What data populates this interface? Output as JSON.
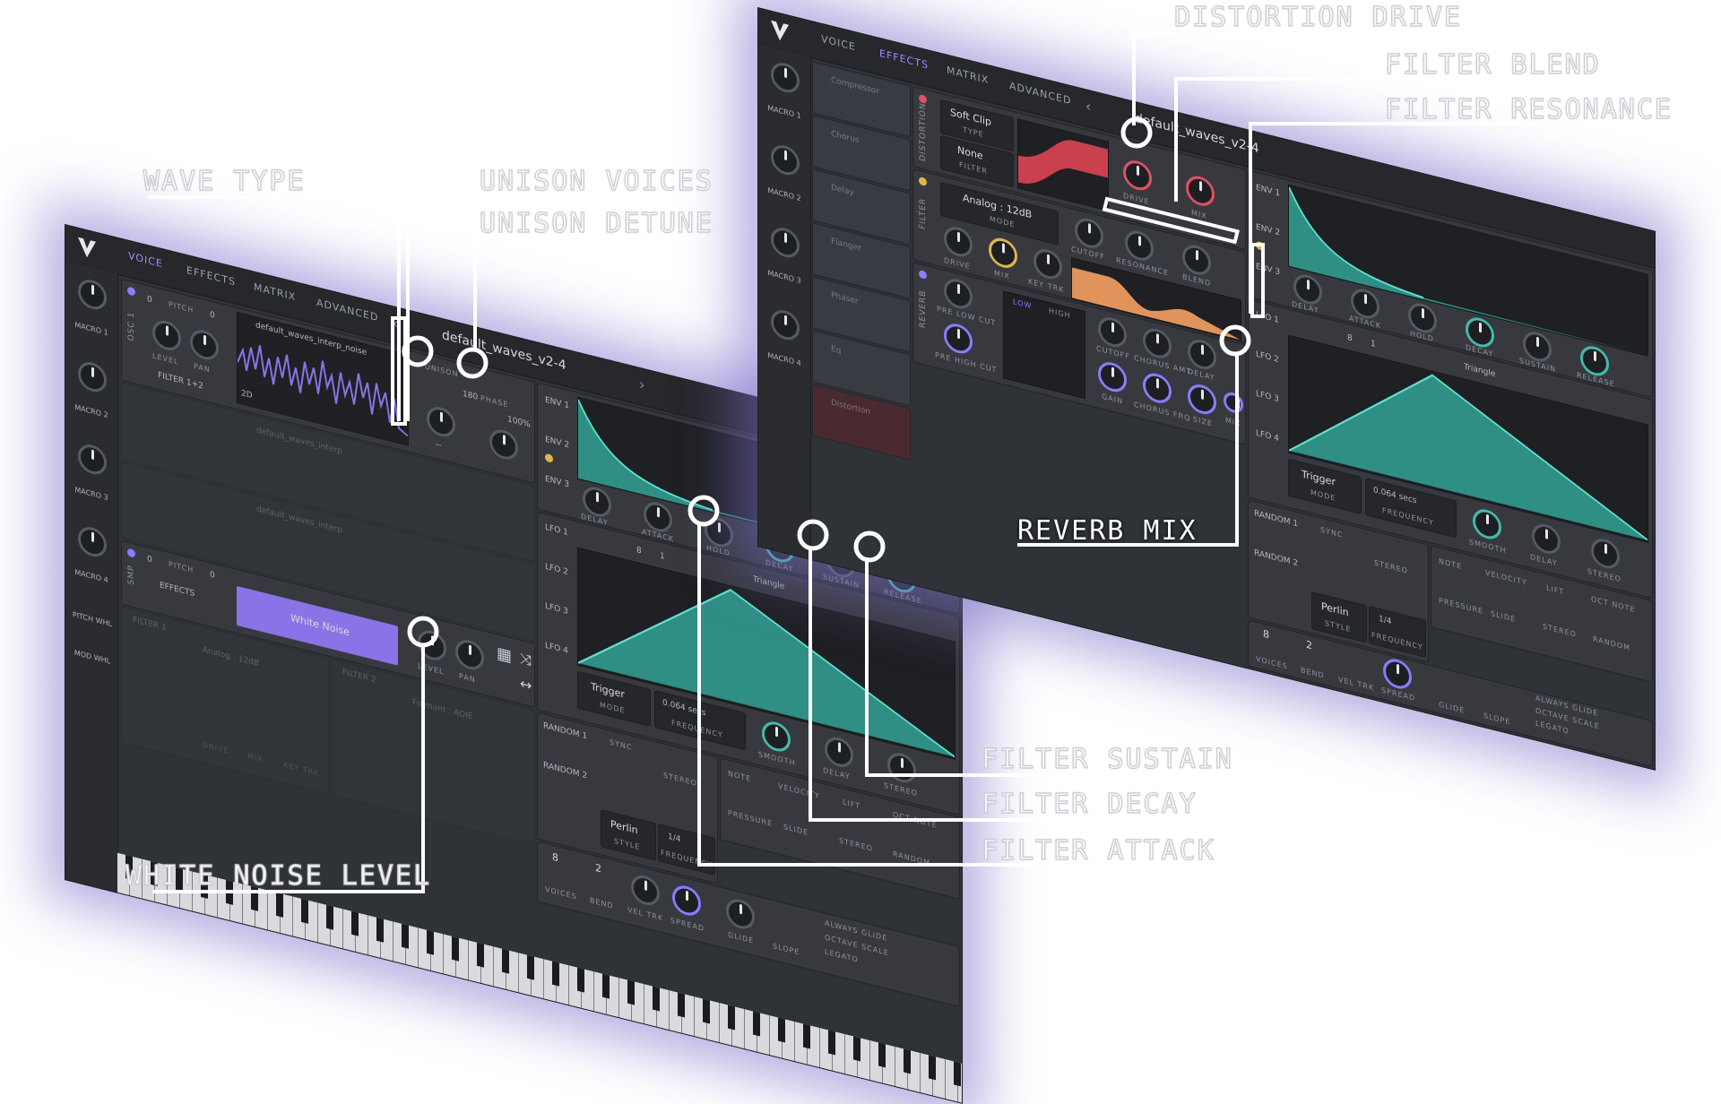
{
  "app": {
    "tabs": [
      "VOICE",
      "EFFECTS",
      "MATRIX",
      "ADVANCED"
    ],
    "preset_name": "default_waves_v2-4",
    "preset_name_truncated": "default_waves_v2-4"
  },
  "macros": [
    "MACRO 1",
    "MACRO 2",
    "MACRO 3",
    "MACRO 4"
  ],
  "side_labels": {
    "pitch_wheel": "PITCH WHL",
    "mod_wheel": "MOD WHL"
  },
  "osc": {
    "label": "OSC 1",
    "pitch_label": "PITCH",
    "pitch_values": [
      "0",
      "0"
    ],
    "level": "LEVEL",
    "pan": "PAN",
    "filter_route": "FILTER 1+2",
    "wavetable": "default_waves_interp_noise",
    "mode": "2D",
    "unison_label": "UNISON",
    "unison_value": "180",
    "phase_label": "PHASE",
    "phase_value": "100%",
    "detune_display": "--",
    "osc2_wavetable": "default_waves_interp",
    "osc3_wavetable": "default_waves_interp"
  },
  "smp": {
    "label": "SMP",
    "pitch": "PITCH",
    "pitch_values": [
      "0",
      "0"
    ],
    "route": "EFFECTS",
    "sample": "White Noise",
    "level": "LEVEL",
    "pan": "PAN"
  },
  "filters": {
    "filter1": "FILTER 1",
    "filter1_model": "Analog : 12dB",
    "filter2": "FILTER 2",
    "filter2_model": "Formant : AOIE",
    "drive": "DRIVE",
    "mix": "MIX",
    "key_trk": "KEY TRK"
  },
  "env": {
    "labels": [
      "ENV 1",
      "ENV 2",
      "ENV 3"
    ],
    "knobs": [
      "DELAY",
      "ATTACK",
      "HOLD",
      "DECAY",
      "SUSTAIN",
      "RELEASE"
    ]
  },
  "lfo": {
    "labels": [
      "LFO 1",
      "LFO 2",
      "LFO 3",
      "LFO 4"
    ],
    "shape": "Triangle",
    "grid": [
      "8",
      "1"
    ],
    "mode_value": "Trigger",
    "mode_label": "MODE",
    "freq_value": "0.064 secs",
    "freq_label": "FREQUENCY",
    "sync": "SYNC",
    "stereo": "STEREO",
    "smooth": "SMOOTH",
    "delay": "DELAY",
    "stereo_knob": "STEREO"
  },
  "random": {
    "labels": [
      "RANDOM 1",
      "RANDOM 2"
    ],
    "style_value": "Perlin",
    "style_label": "STYLE",
    "freq_value": "1/4",
    "freq_label": "FREQUENCY"
  },
  "mods": [
    "NOTE",
    "VELOCITY",
    "LIFT",
    "OCT NOTE",
    "PRESSURE",
    "SLIDE",
    "STEREO",
    "RANDOM"
  ],
  "voice": {
    "voices_value": "8",
    "voices_label": "VOICES",
    "bend_value": "2",
    "bend_label": "BEND",
    "vel_trk": "VEL TRK",
    "spread": "SPREAD",
    "glide": "GLIDE",
    "slope": "SLOPE",
    "options": [
      "ALWAYS GLIDE",
      "OCTAVE SCALE",
      "LEGATO"
    ]
  },
  "effects": {
    "list": [
      "Compressor",
      "Chorus",
      "Delay",
      "Flanger",
      "Phaser",
      "Eq",
      "Distortion"
    ],
    "distortion": {
      "label": "DISTORTION",
      "type_value": "Soft Clip",
      "type_label": "TYPE",
      "filter_value": "None",
      "filter_label": "FILTER",
      "drive": "DRIVE",
      "mix": "MIX"
    },
    "filter": {
      "label": "FILTER",
      "cutoff": "CUTOFF",
      "resonance": "RESONANCE",
      "blend": "BLEND",
      "model": "Analog : 12dB",
      "mode": "MODE",
      "drive": "DRIVE",
      "mix": "MIX",
      "key_trk": "KEY TRK"
    },
    "reverb": {
      "label": "REVERB",
      "low": "LOW",
      "high": "HIGH",
      "pre_low_cut": "PRE LOW CUT",
      "pre_high_cut": "PRE HIGH CUT",
      "cutoff": "CUTOFF",
      "chorus_amt": "CHORUS AMT",
      "delay": "DELAY",
      "gain": "GAIN",
      "chorus_frq": "CHORUS FRQ",
      "size": "SIZE",
      "mix": "MIX"
    }
  },
  "callouts": {
    "wave_type": "WAVE TYPE",
    "unison_voices": "UNISON VOICES",
    "unison_detune": "UNISON DETUNE",
    "noise_level": "WHITE NOISE LEVEL",
    "distortion_drive": "DISTORTION DRIVE",
    "filter_blend": "FILTER BLEND",
    "filter_resonance": "FILTER RESONANCE",
    "reverb_mix": "REVERB MIX",
    "filter_sustain": "FILTER SUSTAIN",
    "filter_decay": "FILTER DECAY",
    "filter_attack": "FILTER ATTACK"
  },
  "colors": {
    "accent": "#8a73e6",
    "teal": "#3fb3a2",
    "filter_orange": "#e0935a",
    "dist_red": "#c9404e",
    "lfo_dot": "#e0b64a"
  }
}
